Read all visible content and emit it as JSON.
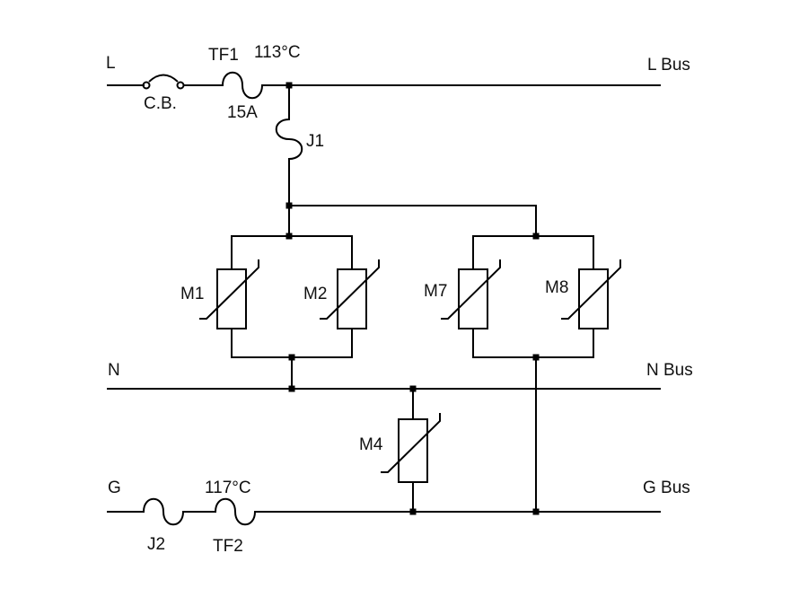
{
  "labels": {
    "L": "L",
    "L_bus": "L Bus",
    "N": "N",
    "N_bus": "N Bus",
    "G": "G",
    "G_bus": "G Bus",
    "cb": "C.B.",
    "tf1": "TF1",
    "tf1_temp": "113°C",
    "tf1_rating": "15A",
    "j1": "J1",
    "m1": "M1",
    "m2": "M2",
    "m7": "M7",
    "m8": "M8",
    "m4": "M4",
    "j2": "J2",
    "tf2_temp": "117°C",
    "tf2": "TF2"
  }
}
